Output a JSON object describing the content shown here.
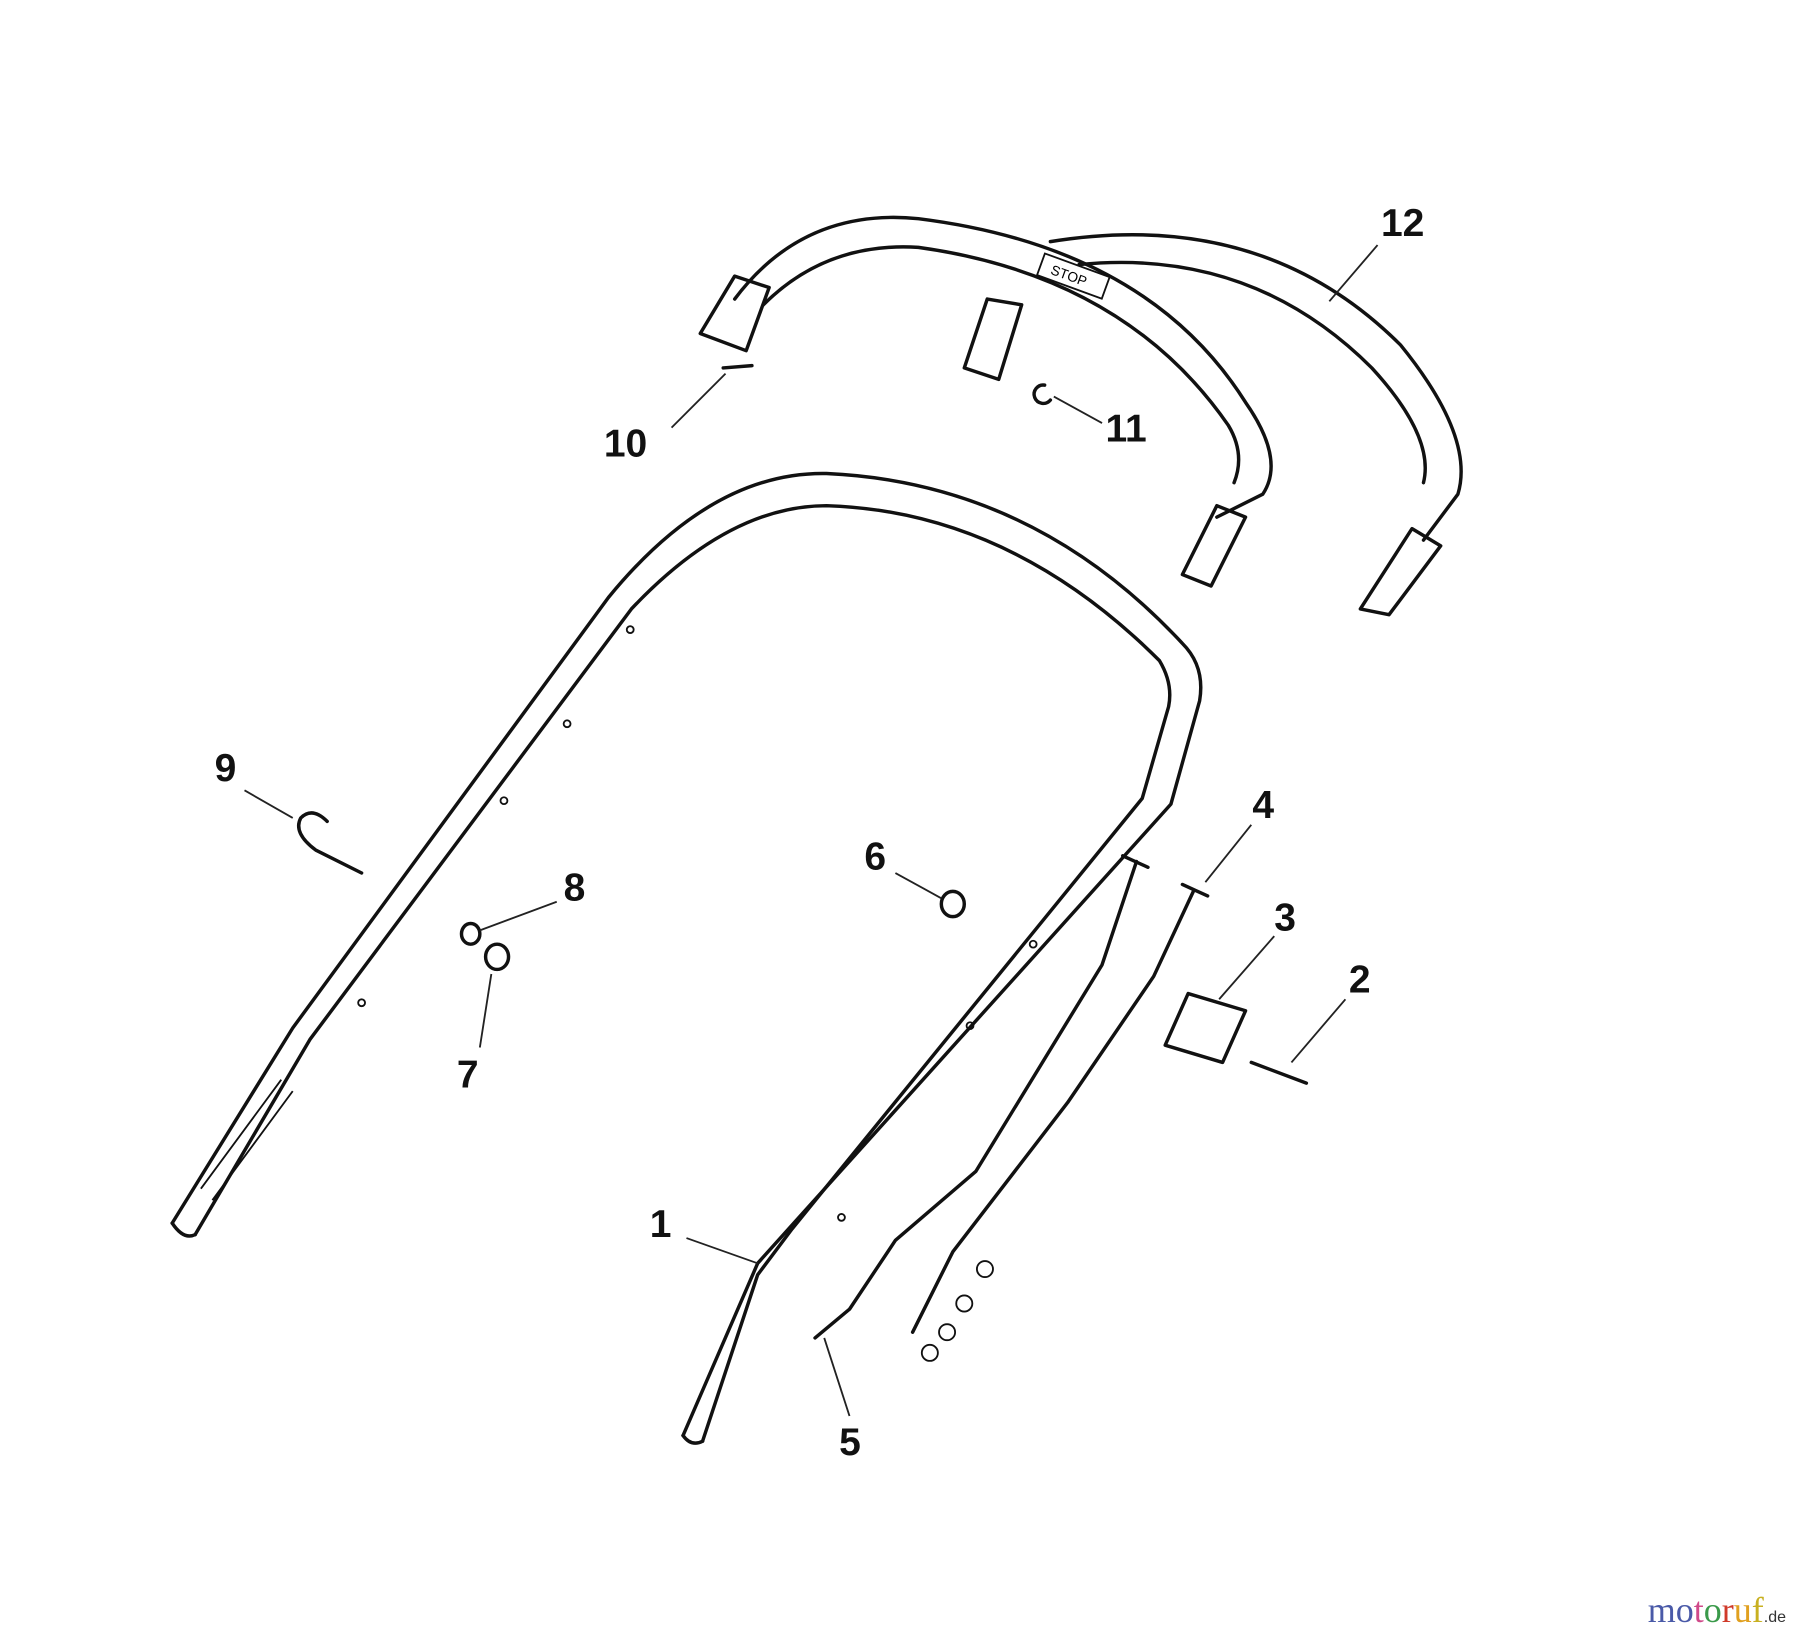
{
  "diagram": {
    "callouts": [
      {
        "id": "1",
        "label": "1"
      },
      {
        "id": "2",
        "label": "2"
      },
      {
        "id": "3",
        "label": "3"
      },
      {
        "id": "4",
        "label": "4"
      },
      {
        "id": "5",
        "label": "5"
      },
      {
        "id": "6",
        "label": "6"
      },
      {
        "id": "7",
        "label": "7"
      },
      {
        "id": "8",
        "label": "8"
      },
      {
        "id": "9",
        "label": "9"
      },
      {
        "id": "10",
        "label": "10"
      },
      {
        "id": "11",
        "label": "11"
      },
      {
        "id": "12",
        "label": "12"
      }
    ],
    "handle_marking": "STOP"
  },
  "watermark": {
    "letters": [
      "m",
      "o",
      "t",
      "o",
      "r",
      "u",
      "f"
    ],
    "colors": [
      "#4a5aa8",
      "#4a5aa8",
      "#d04a8a",
      "#3a9a4a",
      "#d03a2a",
      "#e0a020",
      "#c8b020"
    ],
    "suffix": ".de"
  }
}
